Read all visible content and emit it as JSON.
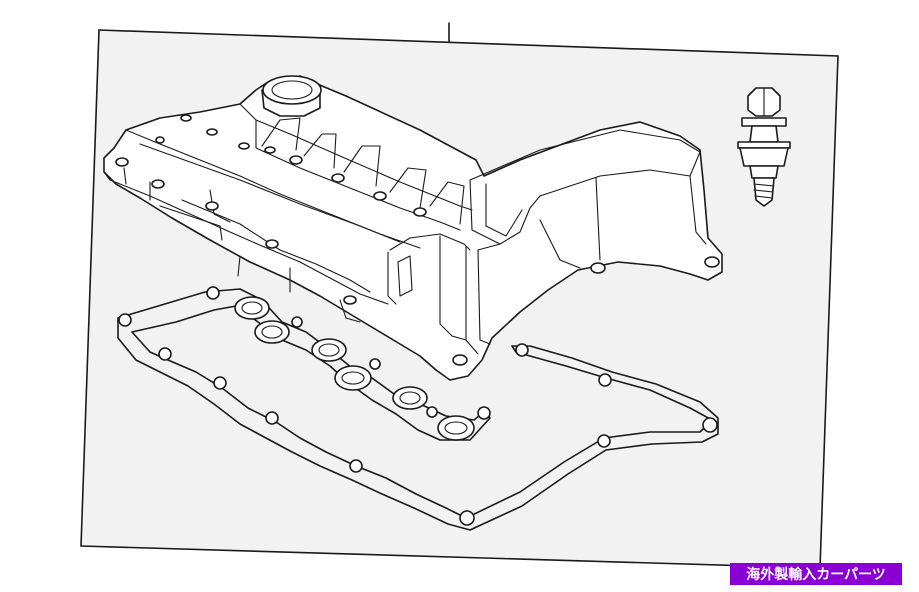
{
  "banner": {
    "text": "海外製輸入カーパーツ",
    "bg_color": "#8a00d4",
    "text_color": "#ffffff"
  },
  "diagram": {
    "panel_fill": "#f2f2f2",
    "line_color": "#1a1a1a",
    "parts": [
      "valve-cover",
      "valve-cover-gasket",
      "oil-filler-opening",
      "cover-bolt"
    ]
  }
}
